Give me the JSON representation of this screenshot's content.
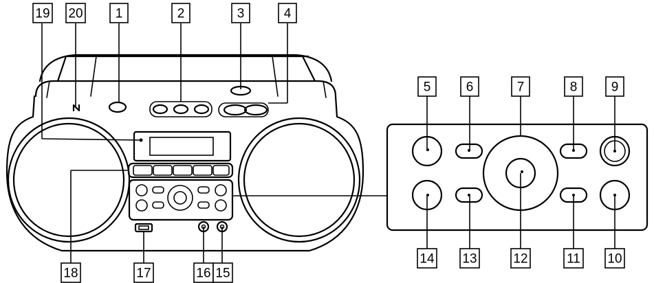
{
  "callouts": {
    "c1": "1",
    "c2": "2",
    "c3": "3",
    "c4": "4",
    "c5": "5",
    "c6": "6",
    "c7": "7",
    "c8": "8",
    "c9": "9",
    "c10": "10",
    "c11": "11",
    "c12": "12",
    "c13": "13",
    "c14": "14",
    "c15": "15",
    "c16": "16",
    "c17": "17",
    "c18": "18",
    "c19": "19",
    "c20": "20"
  },
  "icons": {
    "nfc_mark": "N-mark-icon",
    "usb_port": "usb-port-icon",
    "audio_jack": "audio-jack-icon"
  }
}
